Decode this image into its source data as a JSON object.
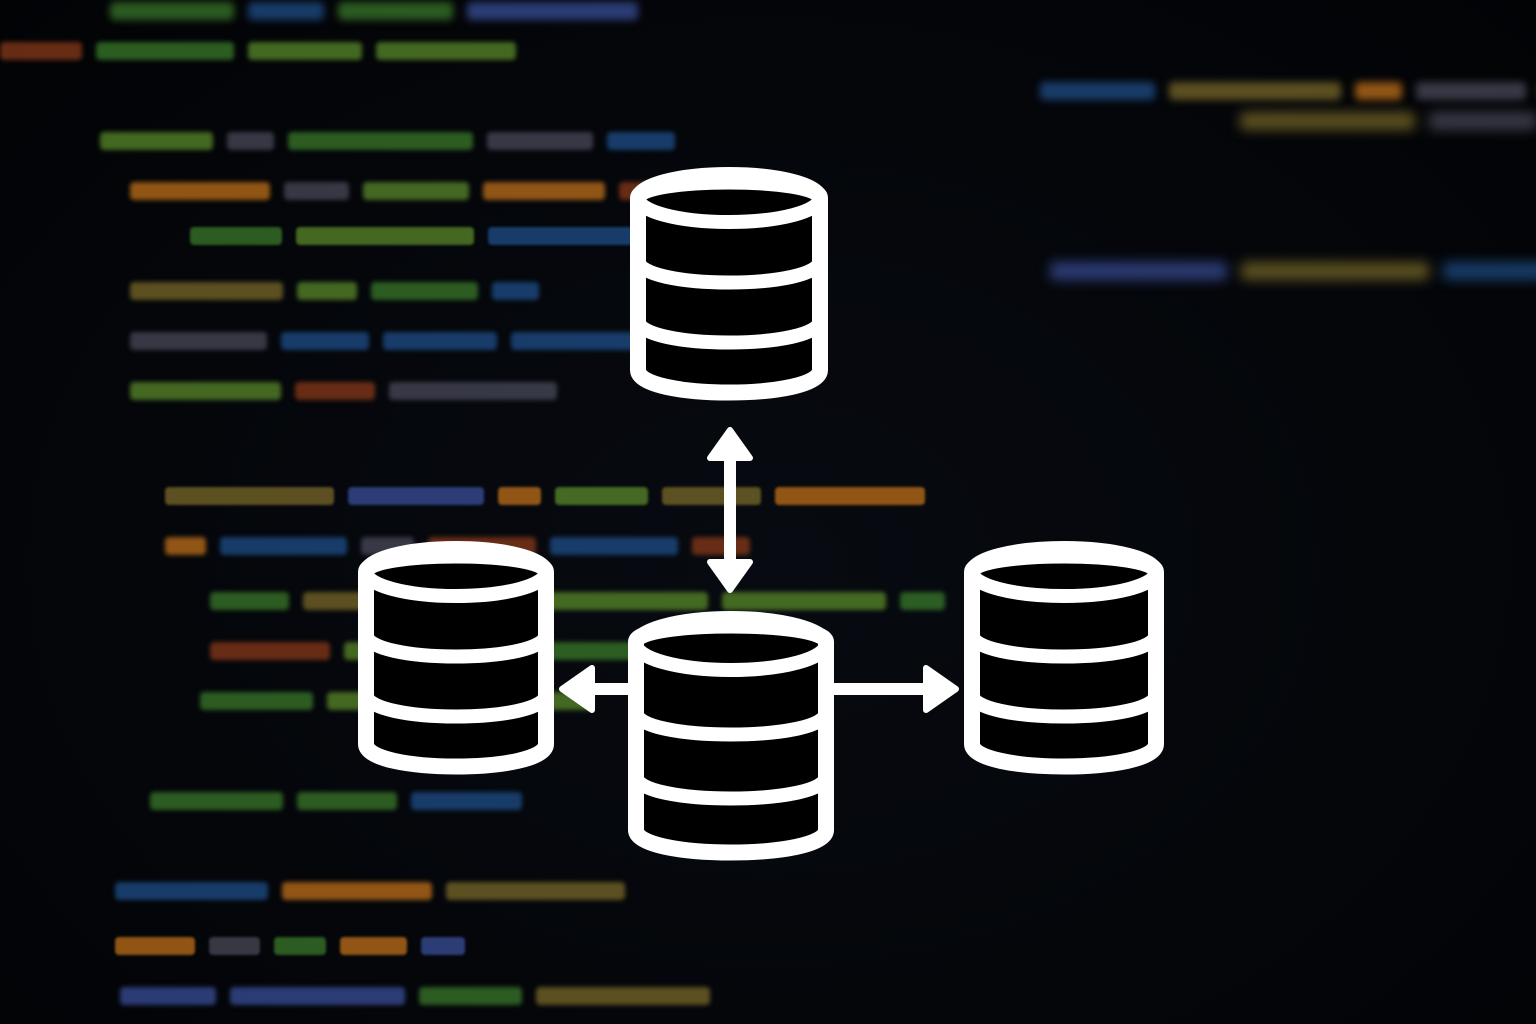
{
  "scene": {
    "background_color": "#05070a",
    "icon_color": "#ffffff",
    "code_palette": [
      "#3a7a2a",
      "#5a8a2a",
      "#c0701a",
      "#1f4f8a",
      "#3a4f9a",
      "#7a6a2a",
      "#8a3a1a",
      "#4a4a5a"
    ]
  },
  "diagram": {
    "nodes": [
      {
        "id": "top",
        "icon": "database-icon"
      },
      {
        "id": "center",
        "icon": "database-icon"
      },
      {
        "id": "left",
        "icon": "database-icon"
      },
      {
        "id": "right",
        "icon": "database-icon"
      }
    ],
    "connections": [
      {
        "from": "center",
        "to": "top",
        "type": "bidirectional"
      },
      {
        "from": "center",
        "to": "left",
        "type": "directed"
      },
      {
        "from": "center",
        "to": "right",
        "type": "directed"
      }
    ]
  }
}
